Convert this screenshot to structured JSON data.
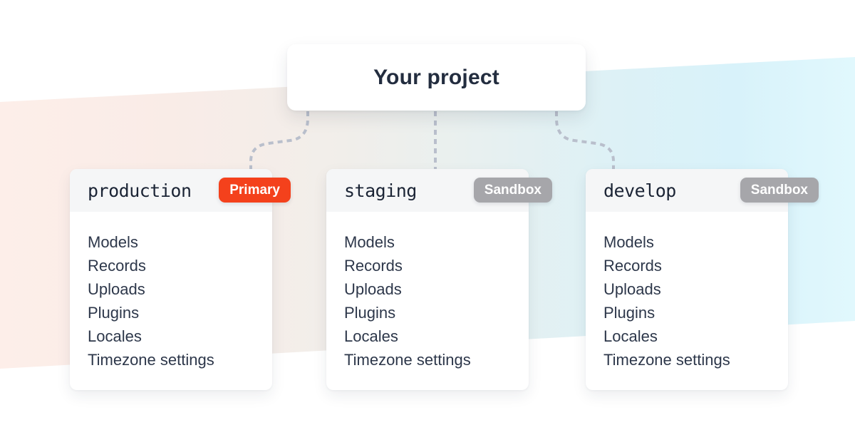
{
  "diagram_title": "Your project",
  "root_card": {
    "title": "Your project"
  },
  "environments": [
    {
      "name": "production",
      "badge": "Primary",
      "badge_type": "primary",
      "items": [
        "Models",
        "Records",
        "Uploads",
        "Plugins",
        "Locales",
        "Timezone settings"
      ]
    },
    {
      "name": "staging",
      "badge": "Sandbox",
      "badge_type": "sandbox",
      "items": [
        "Models",
        "Records",
        "Uploads",
        "Plugins",
        "Locales",
        "Timezone settings"
      ]
    },
    {
      "name": "develop",
      "badge": "Sandbox",
      "badge_type": "sandbox",
      "items": [
        "Models",
        "Records",
        "Uploads",
        "Plugins",
        "Locales",
        "Timezone settings"
      ]
    }
  ],
  "colors": {
    "badge_primary": "#F4411C",
    "badge_sandbox": "#A6A6AA",
    "card_header_bg": "#F5F6F7",
    "card_bg": "#FFFFFF",
    "text_dark": "#232D3F",
    "list_text": "#2D374A",
    "connector": "#B9BFCC",
    "band_pink": "#FDEEE9",
    "band_cyan": "#D8F2FA"
  }
}
